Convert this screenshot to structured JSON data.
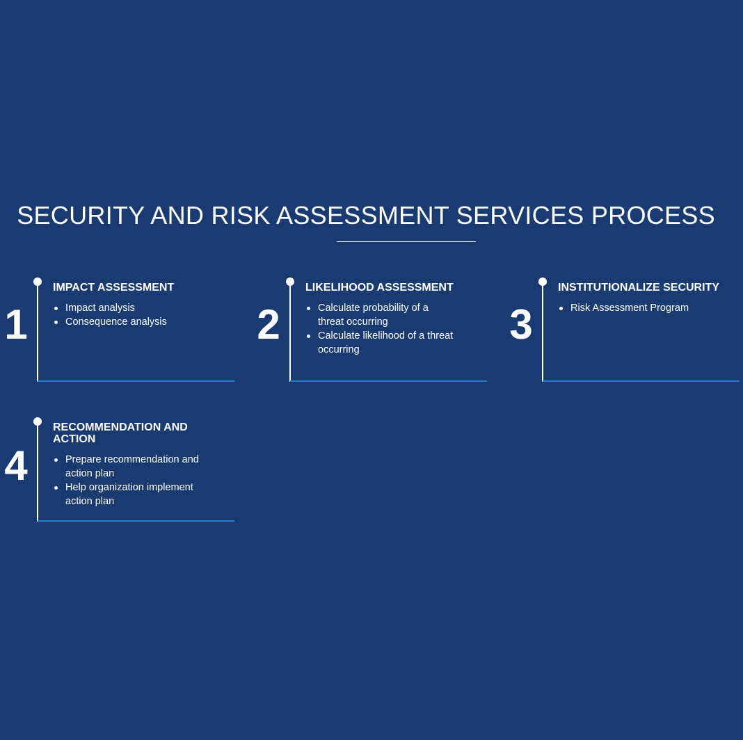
{
  "header": {
    "title": "SECURITY AND RISK ASSESSMENT SERVICES PROCESS"
  },
  "steps": [
    {
      "number": "1",
      "heading": "IMPACT ASSESSMENT",
      "items": [
        "Impact analysis",
        "Consequence analysis"
      ]
    },
    {
      "number": "2",
      "heading": "LIKELIHOOD ASSESSMENT",
      "items": [
        "Calculate probability of a threat occurring",
        "Calculate likelihood of a threat occurring"
      ]
    },
    {
      "number": "3",
      "heading": "INSTITUTIONALIZE SECURITY",
      "items": [
        "Risk Assessment Program"
      ]
    },
    {
      "number": "4",
      "heading": "RECOMMENDATION AND ACTION",
      "items": [
        "Prepare recommendation and action plan",
        "Help organization implement action plan"
      ]
    }
  ],
  "colors": {
    "background": "#1a3b72",
    "accent_line": "#1e7fd0",
    "text": "#ffffff"
  }
}
